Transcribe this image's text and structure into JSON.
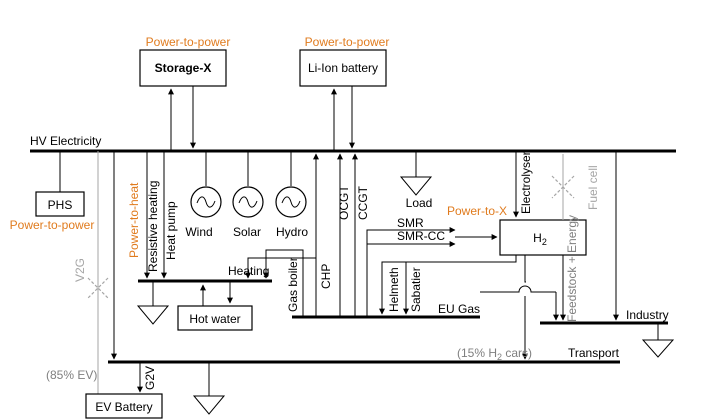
{
  "colors": {
    "ink": "#000000",
    "accent": "#e07b1e",
    "muted": "#a6a6a6"
  },
  "buses": {
    "hv_electricity": "HV Electricity",
    "heating": "Heating",
    "eu_gas": "EU Gas",
    "industry": "Industry",
    "transport": "Transport"
  },
  "boxes": {
    "storage_x": "Storage-X",
    "li_ion": "Li-Ion battery",
    "phs": "PHS",
    "hot_water": "Hot water",
    "h2_prefix": "H",
    "h2_sub": "2",
    "ev_battery": "EV Battery"
  },
  "category_labels": {
    "p2p_storage_x": "Power-to-power",
    "p2p_li_ion": "Power-to-power",
    "p2p_phs": "Power-to-power",
    "p2h": "Power-to-heat",
    "p2x": "Power-to-X"
  },
  "generators": {
    "wind": "Wind",
    "solar": "Solar",
    "hydro": "Hydro"
  },
  "tech_labels": {
    "resistive_heating": "Resistive heating",
    "heat_pump": "Heat pump",
    "gas_boiler": "Gas boiler",
    "chp": "CHP",
    "ocgt": "OCGT",
    "ccgt": "CCGT",
    "electrolyser": "Electrolyser",
    "fuel_cell": "Fuel cell",
    "smr": "SMR",
    "smr_cc": "SMR-CC",
    "helmeth": "Helmeth",
    "sabatier": "Sabatier",
    "feedstock_energy": "Feedstock + Energy",
    "v2g": "V2G",
    "g2v": "G2V"
  },
  "loads": {
    "load": "Load"
  },
  "notes": {
    "ev_share": "(85% EV)",
    "h2_cars_prefix": "(15% H",
    "h2_cars_sub": "2",
    "h2_cars_suffix": " cars)"
  }
}
